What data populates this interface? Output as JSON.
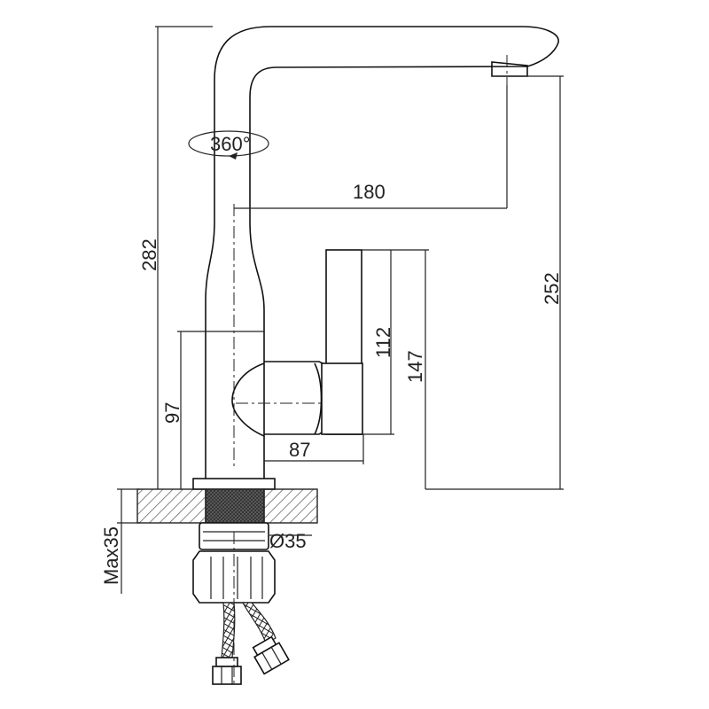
{
  "dimensions": {
    "rotation": "360°",
    "spout_reach": "180",
    "total_height": "282",
    "spout_height": "252",
    "handle_height": "112",
    "lever_height": "147",
    "body_height": "97",
    "handle_length": "87",
    "hole_diameter": "Ø35",
    "max_thickness": "Max35"
  },
  "colors": {
    "line": "#222222",
    "hatch": "#555555",
    "background": "#ffffff"
  }
}
